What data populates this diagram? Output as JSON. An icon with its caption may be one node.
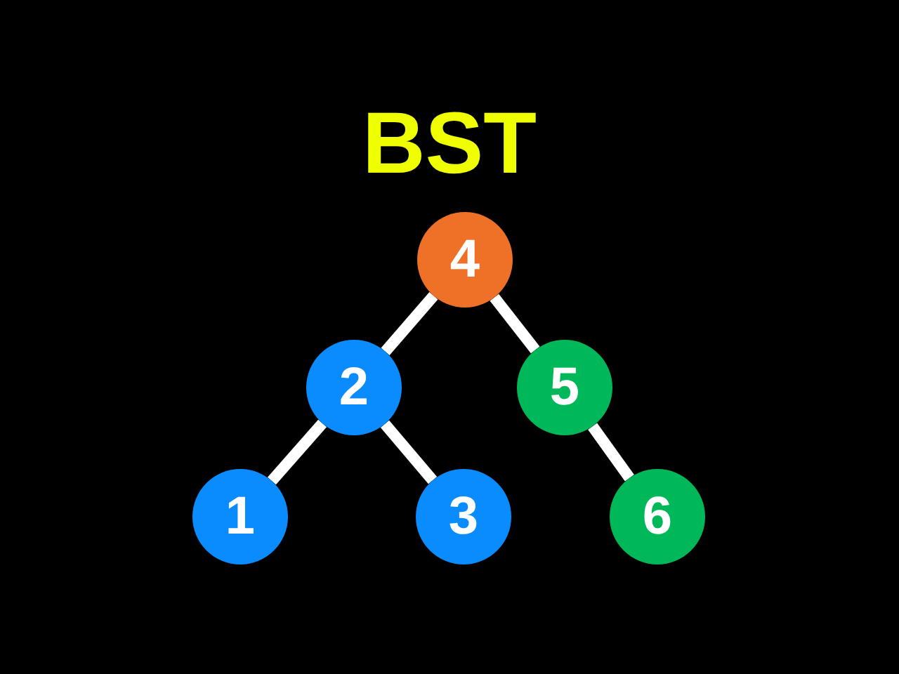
{
  "diagram": {
    "title": "BST",
    "nodes": [
      {
        "text": [
          "4"
        ]
      },
      {
        "text": [
          "2"
        ]
      },
      {
        "text": [
          "5"
        ]
      },
      {
        "text": [
          "1"
        ]
      },
      {
        "text": [
          "3"
        ]
      },
      {
        "text": [
          "6"
        ]
      }
    ],
    "edges": [
      {
        "from": 0,
        "to": 1,
        "arrow": "none"
      },
      {
        "from": 0,
        "to": 2,
        "arrow": "none"
      },
      {
        "from": 1,
        "to": 3,
        "arrow": "none"
      },
      {
        "from": 1,
        "to": 4,
        "arrow": "none"
      },
      {
        "from": 2,
        "to": 5,
        "arrow": "none"
      }
    ]
  }
}
